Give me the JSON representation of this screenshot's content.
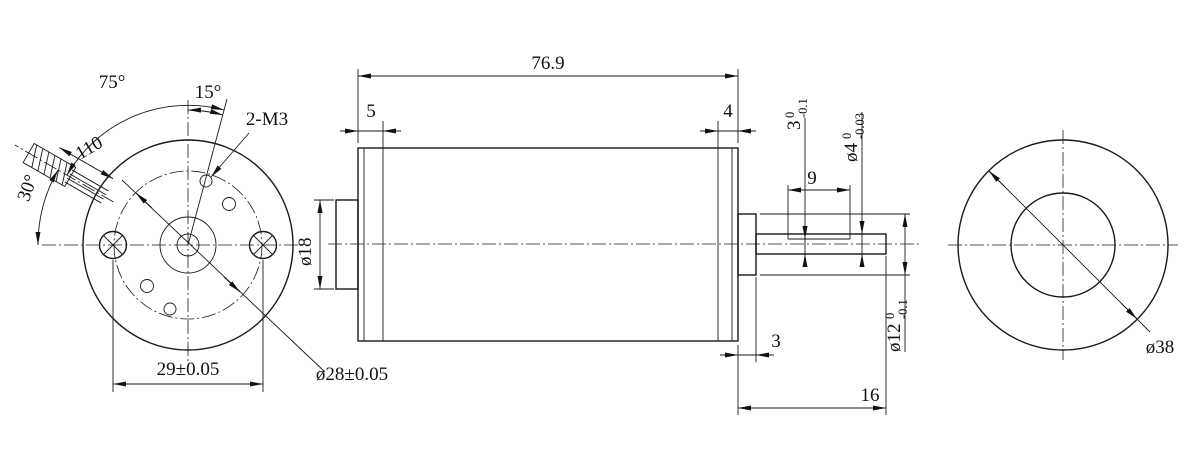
{
  "drawing": {
    "front_view": {
      "angle_75": "75°",
      "angle_15": "15°",
      "wire_length": "110",
      "angle_30": "30°",
      "hole_label": "2-M3",
      "screw_spacing": "29±0.05",
      "bolt_circle": "ø28±0.05"
    },
    "side_view": {
      "body_length": "76.9",
      "front_cap": "5",
      "rear_cap": "4",
      "flat_length": "9",
      "flat_height": {
        "v": "3",
        "sup": "0",
        "sub": "-0.1"
      },
      "shaft_dia": {
        "v": "ø4",
        "sup": "0",
        "sub": "-0.03"
      },
      "boss_dia": {
        "v": "ø12",
        "sup": "0",
        "sub": "-0.1"
      },
      "front_boss_dia": "ø18",
      "boss_length": "3",
      "shaft_length": "16"
    },
    "rear_view": {
      "outer_dia": "ø38"
    },
    "colors": {
      "line": "#1a1a1a",
      "background": "#ffffff"
    }
  }
}
